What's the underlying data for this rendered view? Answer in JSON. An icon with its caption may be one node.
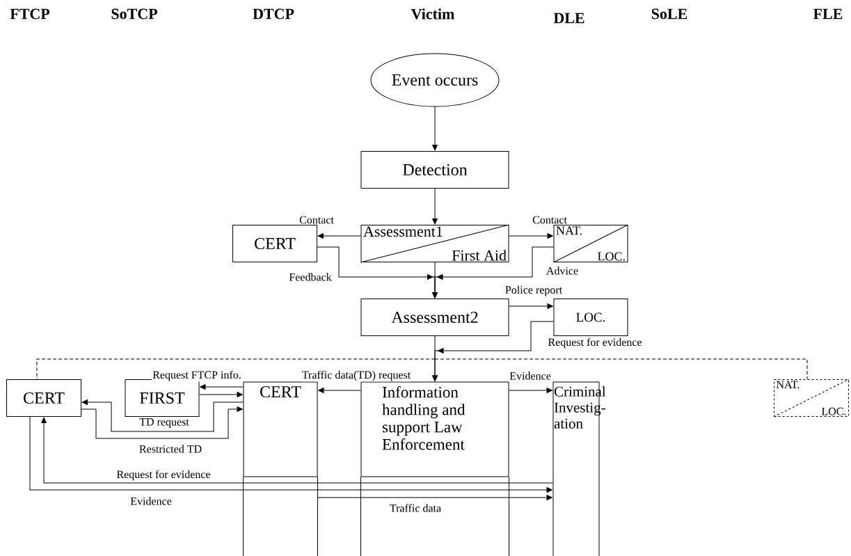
{
  "diagram": {
    "nodes": [
      {
        "text": [
          "Event occurs"
        ]
      },
      {
        "text": [
          "Detection"
        ]
      },
      {
        "text": [
          "Assessment1",
          "First Aid"
        ]
      },
      {
        "text": [
          "CERT"
        ]
      },
      {
        "text": [
          "NAT.",
          "LOC."
        ]
      },
      {
        "text": [
          "Assessment2"
        ]
      },
      {
        "text": [
          "LOC."
        ]
      },
      {
        "text": [
          "CERT"
        ]
      },
      {
        "text": [
          "FIRST"
        ]
      },
      {
        "text": [
          "CERT"
        ]
      },
      {
        "text": [
          "Information handling and support Law Enforcement"
        ]
      },
      {
        "text": [
          "Criminal Investig-ation"
        ]
      },
      {
        "text": [
          "NAT.",
          "LOC."
        ]
      }
    ],
    "edges": [
      {
        "from": 0,
        "to": 1,
        "arrow": "to"
      },
      {
        "from": 1,
        "to": 2,
        "arrow": "to"
      },
      {
        "from": 2,
        "to": 3,
        "arrow": "to",
        "label": "Contact"
      },
      {
        "from": 2,
        "to": 4,
        "arrow": "to",
        "label": "Contact"
      },
      {
        "from": 3,
        "to": 5,
        "arrow": "to",
        "label": "Feedback"
      },
      {
        "from": 4,
        "to": 5,
        "arrow": "to",
        "label": "Advice"
      },
      {
        "from": 2,
        "to": 5,
        "arrow": "to"
      },
      {
        "from": 5,
        "to": 6,
        "arrow": "to",
        "label": "Police report"
      },
      {
        "from": 6,
        "to": 10,
        "arrow": "to",
        "label": "Request for evidence"
      },
      {
        "from": 5,
        "to": 10,
        "arrow": "to"
      },
      {
        "from": 5,
        "to": 7,
        "arrow": "none",
        "style": "dashed"
      },
      {
        "from": 5,
        "to": 12,
        "arrow": "none",
        "style": "dashed"
      },
      {
        "from": 10,
        "to": 9,
        "arrow": "to",
        "label": "Traffic data(TD) request"
      },
      {
        "from": 10,
        "to": 11,
        "arrow": "to",
        "label": "Evidence"
      },
      {
        "from": 9,
        "to": 8,
        "arrow": "to",
        "label": "Request FTCP info."
      },
      {
        "from": 8,
        "to": 9,
        "arrow": "to"
      },
      {
        "from": 9,
        "to": 7,
        "arrow": "to",
        "label": "TD request"
      },
      {
        "from": 7,
        "to": 9,
        "arrow": "to",
        "label": "Restricted TD"
      },
      {
        "from": 11,
        "to": 7,
        "arrow": "to",
        "label": "Request for evidence"
      },
      {
        "from": 7,
        "to": 11,
        "arrow": "to",
        "label": "Evidence"
      },
      {
        "from": 9,
        "to": 11,
        "arrow": "to",
        "label": "Traffic data"
      }
    ],
    "labels": [
      "FTCP",
      "SoTCP",
      "DTCP",
      "Victim",
      "DLE",
      "SoLE",
      "FLE"
    ]
  }
}
